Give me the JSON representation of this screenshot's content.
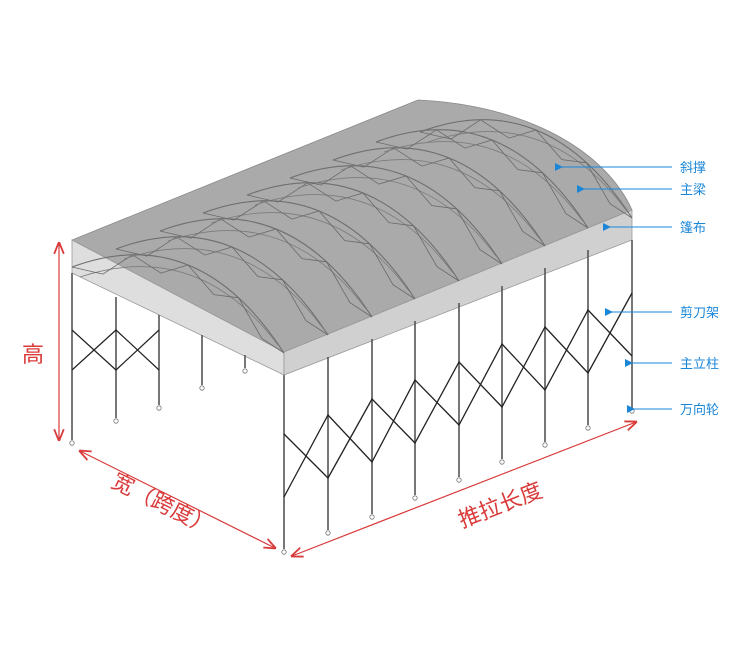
{
  "labels": {
    "diagonal_brace": "斜撑",
    "main_beam": "主梁",
    "canopy": "篷布",
    "scissor_frame": "剪刀架",
    "main_column": "主立柱",
    "caster_wheel": "万向轮"
  },
  "dimensions": {
    "height": "高",
    "width": "宽（跨度）",
    "length": "推拉长度"
  },
  "colors": {
    "callout": "#1a86d8",
    "dimension": "#d93a3a",
    "roof_top": "#a9a9a9",
    "roof_front": "#d4d4d4",
    "frame": "#555555"
  }
}
